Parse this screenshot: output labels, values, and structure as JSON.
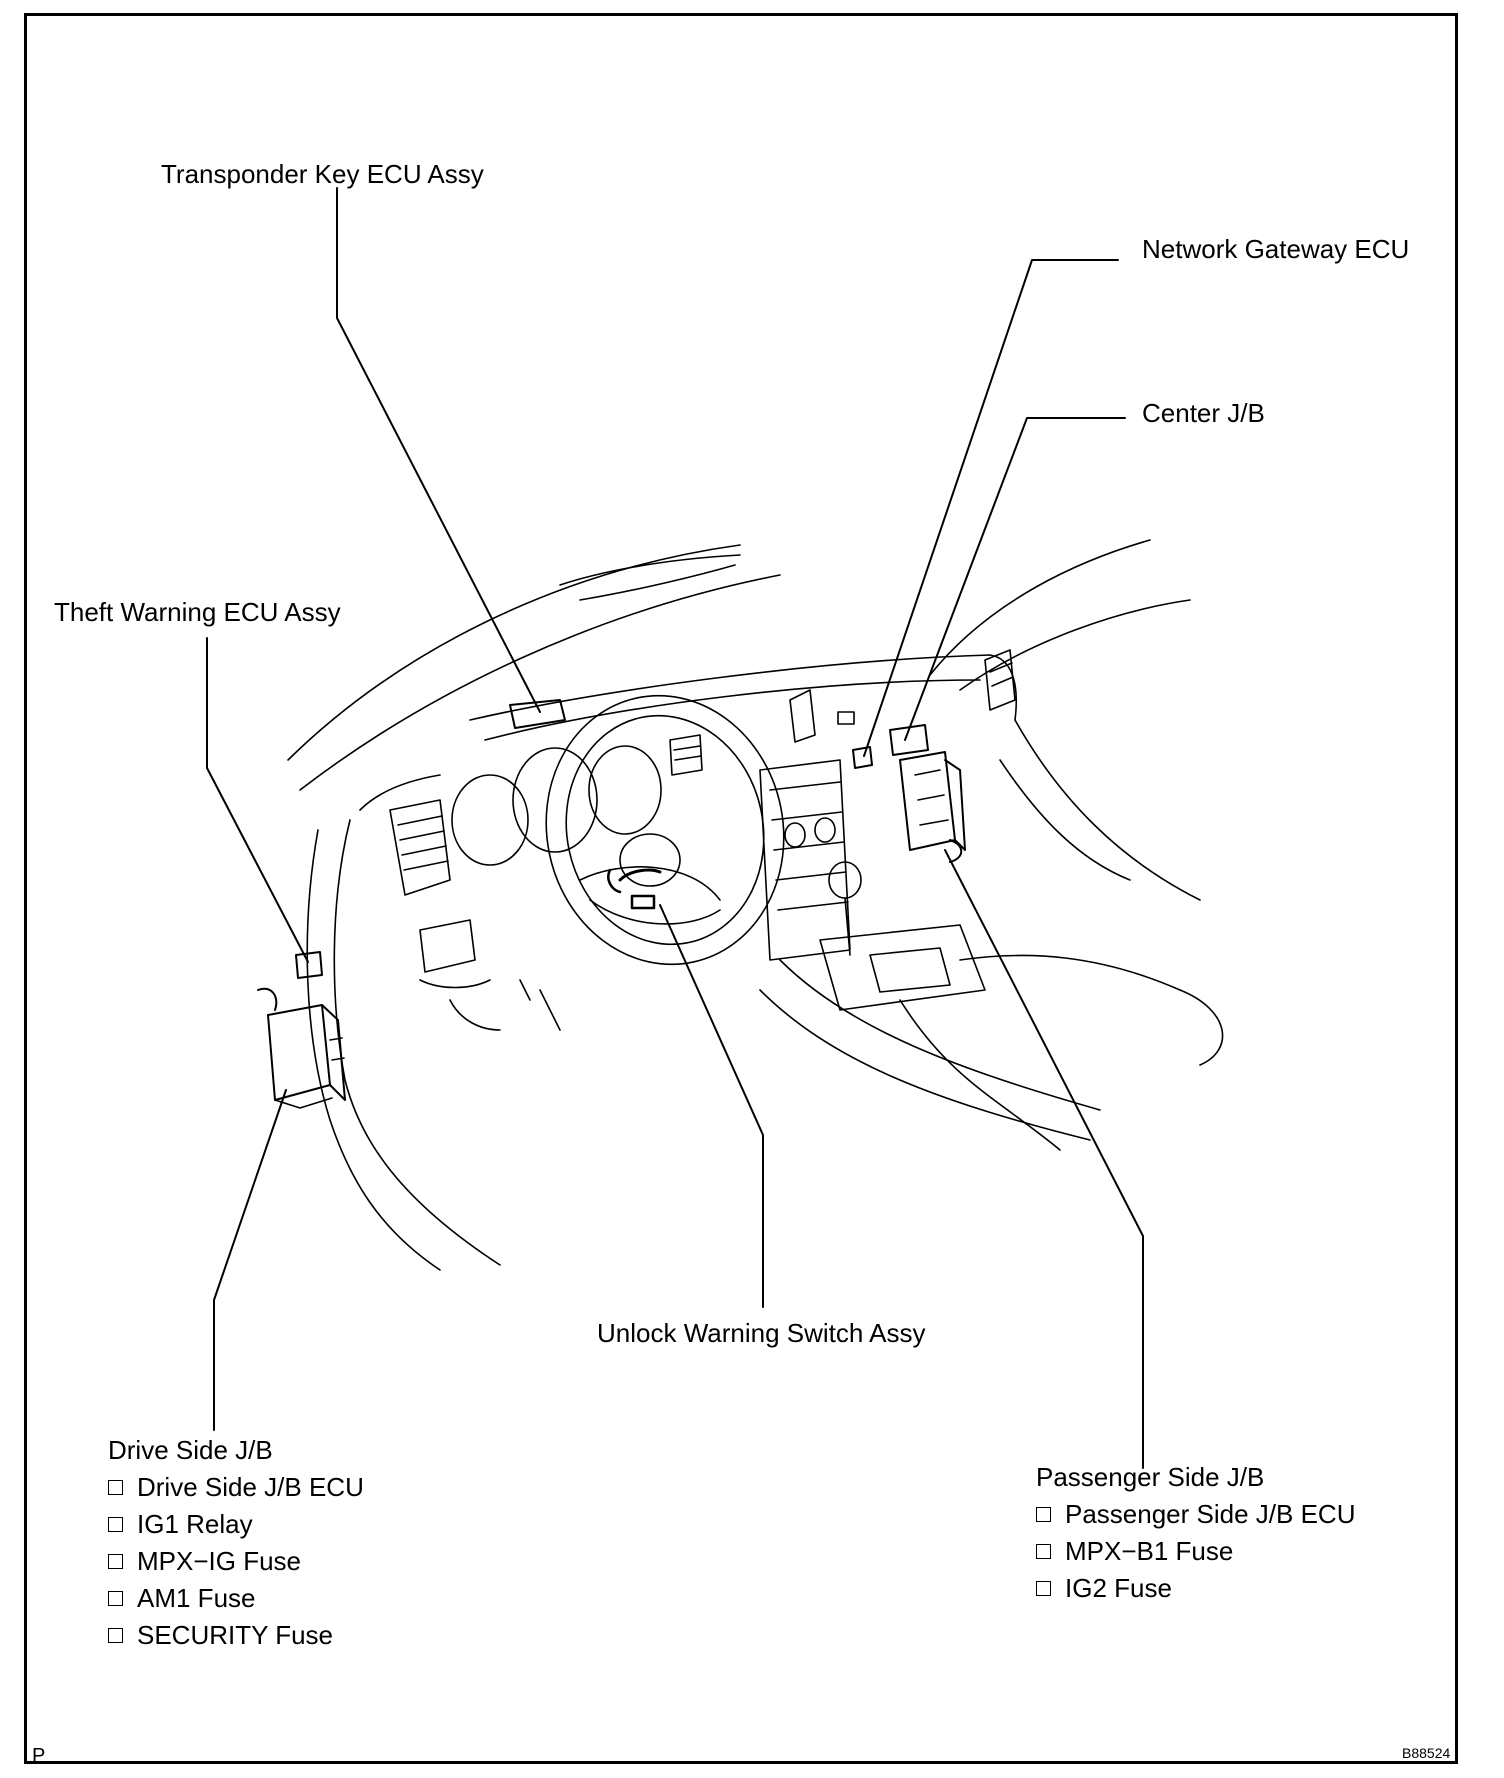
{
  "labels": {
    "transponder_key_ecu": "Transponder Key ECU Assy",
    "network_gateway_ecu": "Network Gateway ECU",
    "center_jb": "Center J/B",
    "theft_warning_ecu": "Theft Warning ECU Assy",
    "unlock_warning_switch": "Unlock Warning Switch Assy"
  },
  "drive_side_jb": {
    "title": "Drive Side J/B",
    "items": [
      "Drive Side J/B ECU",
      "IG1 Relay",
      "MPX−IG Fuse",
      "AM1 Fuse",
      "SECURITY Fuse"
    ]
  },
  "passenger_side_jb": {
    "title": "Passenger Side J/B",
    "items": [
      "Passenger Side J/B ECU",
      "MPX−B1 Fuse",
      "IG2 Fuse"
    ]
  },
  "footer": {
    "corner_mark": "P",
    "figure_code": "B88524"
  }
}
